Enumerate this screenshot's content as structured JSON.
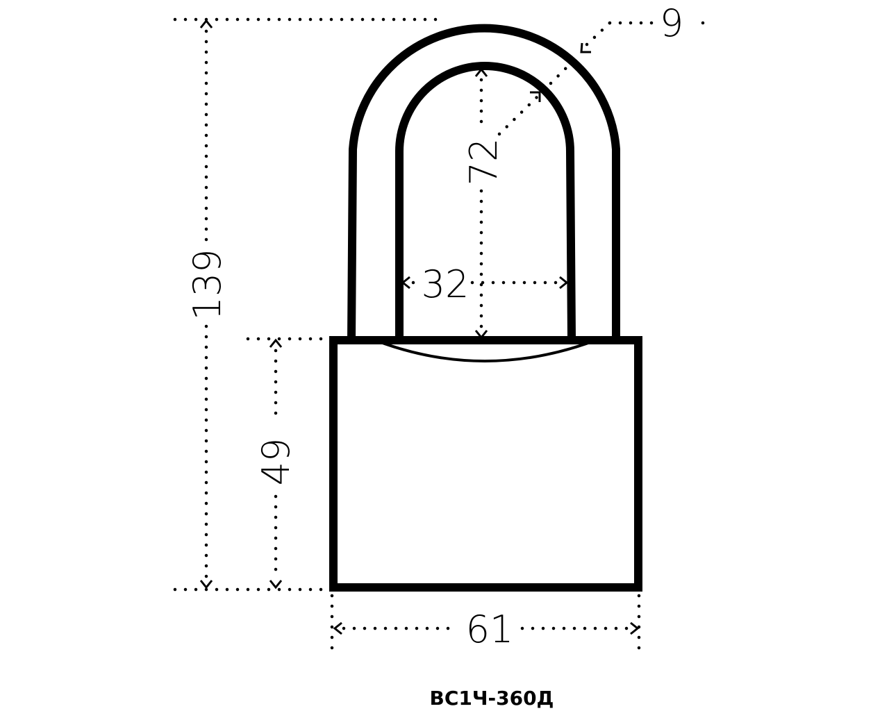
{
  "model_label": "ВС1Ч-360Д",
  "dimensions": {
    "total_height": "139",
    "body_height": "49",
    "shackle_inner_height": "72",
    "shackle_inner_width": "32",
    "shackle_thickness": "9",
    "body_width": "61"
  }
}
